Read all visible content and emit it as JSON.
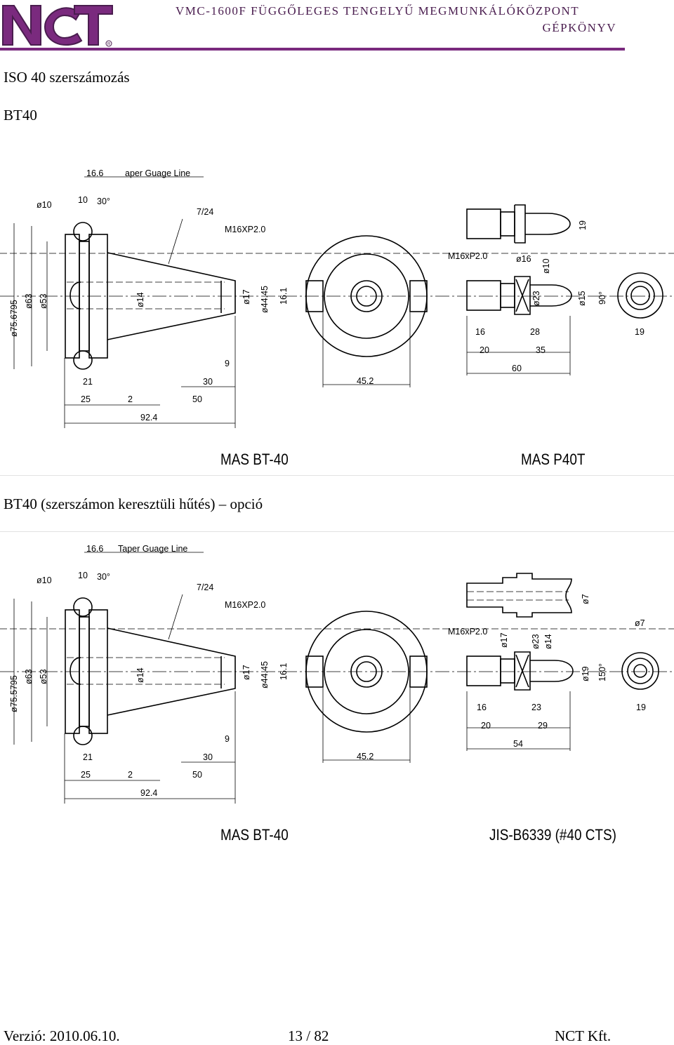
{
  "header": {
    "logo_text": "NCT",
    "title": "VMC-1600F FÜGGŐLEGES TENGELYŰ MEGMUNKÁLÓKÖZPONT",
    "subtitle": "GÉPKÖNYV",
    "accent_color": "#7a2a7e"
  },
  "section": {
    "title": "ISO 40 szerszámozás",
    "subtitle": "BT40",
    "coolant_title": "BT40 (szerszámon keresztüli hűtés) – opció"
  },
  "drawing1": {
    "caption_left": "MAS BT-40",
    "caption_right": "MAS P40T",
    "dims": {
      "d16_6": "16.6",
      "gauge": "aper Guage Line",
      "d10": "ø10",
      "d10b": "10",
      "d30": "30°",
      "taper": "7/24",
      "thread": "M16XP2.0",
      "d75": "ø75.6795",
      "d63": "ø63",
      "d53": "ø53",
      "d14": "ø14",
      "d17": "ø17",
      "d44": "ø44.45",
      "d16_1": "16.1",
      "d9": "9",
      "d21": "21",
      "d30b": "30",
      "d25": "25",
      "d2": "2",
      "d50": "50",
      "d92": "92.4",
      "d45": "45.2",
      "p_thread": "M16xP2.0",
      "p_d16": "ø16",
      "p_d10": "ø10",
      "p_d23": "ø23",
      "p_d15": "ø15",
      "p_19": "19",
      "p_90": "90°",
      "p_16": "16",
      "p_28": "28",
      "p_20": "20",
      "p_35": "35",
      "p_60": "60",
      "p_19b": "19"
    }
  },
  "drawing2": {
    "caption_left": "MAS BT-40",
    "caption_right": "JIS-B6339 (#40 CTS)",
    "dims": {
      "d16_6": "16.6",
      "gauge": "Taper Guage Line",
      "d10": "ø10",
      "d10b": "10",
      "d30": "30°",
      "taper": "7/24",
      "thread": "M16XP2.0",
      "d75": "ø75.5795",
      "d63": "ø63",
      "d53": "ø53",
      "d14": "ø14",
      "d17": "ø17",
      "d44": "ø44.45",
      "d16_1": "16.1",
      "d9": "9",
      "d21": "21",
      "d30b": "30",
      "d25": "25",
      "d2": "2",
      "d50": "50",
      "d92": "92.4",
      "d45": "45.2",
      "p_thread": "M16xP2.0",
      "p_d17": "ø17",
      "p_d23": "ø23",
      "p_d14": "ø14",
      "p_d7": "ø7",
      "p_d7b": "ø7",
      "p_d19": "ø19",
      "p_150": "150°",
      "p_16": "16",
      "p_23": "23",
      "p_20": "20",
      "p_29": "29",
      "p_54": "54",
      "p_19": "19"
    }
  },
  "footer": {
    "version": "Verzió: 2010.06.10.",
    "page": "13 / 82",
    "company": "NCT Kft."
  }
}
